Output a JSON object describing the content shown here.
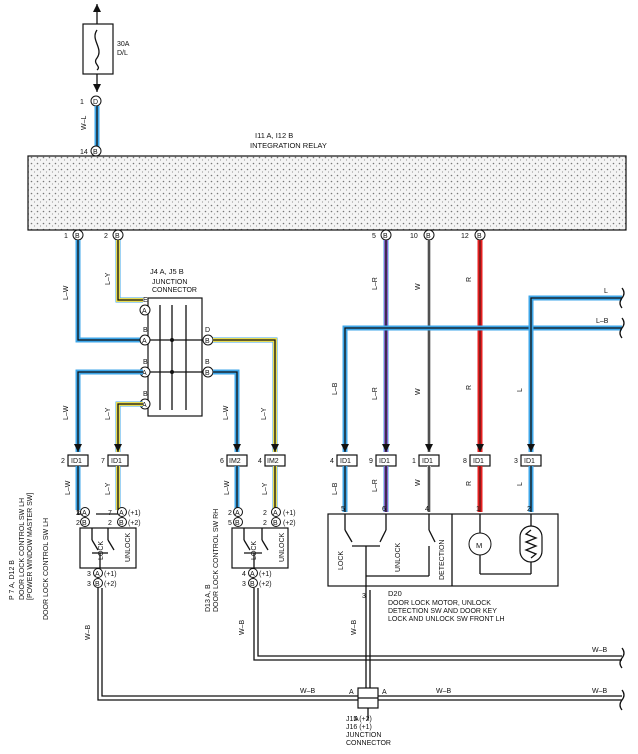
{
  "fuse": {
    "rating": "30A",
    "type": "D/L",
    "pin": "1",
    "connector": "D"
  },
  "relay": {
    "ids": "I11 A, I12 B",
    "label": "INTEGRATION RELAY",
    "top_pin": "14",
    "top_conn": "B",
    "pins": [
      {
        "n": "1",
        "c": "B"
      },
      {
        "n": "2",
        "c": "B"
      },
      {
        "n": "5",
        "c": "B"
      },
      {
        "n": "10",
        "c": "B"
      },
      {
        "n": "12",
        "c": "B"
      }
    ]
  },
  "junction": {
    "ids": "J4 A, J5 B",
    "label1": "JUNCTION",
    "label2": "CONNECTOR"
  },
  "wires": {
    "wl": "W–L",
    "lw": "L–W",
    "ly": "L–Y",
    "lr": "L–R",
    "w": "W",
    "r": "R",
    "l": "L",
    "lb": "L–B",
    "wb": "W–B"
  },
  "connectors": [
    {
      "pin": "2",
      "id": "ID1"
    },
    {
      "pin": "7",
      "id": "ID1"
    },
    {
      "pin": "6",
      "id": "IM2"
    },
    {
      "pin": "4",
      "id": "IM2"
    },
    {
      "pin": "4",
      "id": "ID1"
    },
    {
      "pin": "9",
      "id": "ID1"
    },
    {
      "pin": "1",
      "id": "ID1"
    },
    {
      "pin": "8",
      "id": "ID1"
    },
    {
      "pin": "3",
      "id": "ID1"
    }
  ],
  "p7": {
    "code": "P 7 A, D12 B",
    "line1": "DOOR LOCK CONTROL SW LH",
    "line2": "[POWER WINDOW MASTER SW]",
    "line3": "DOOR LOCK CONTROL SW LH"
  },
  "d13": {
    "code": "D13 A, B",
    "line1": "DOOR LOCK CONTROL SW RH"
  },
  "switch": {
    "lock": "LOCK",
    "unlock": "UNLOCK",
    "detection": "DETECTION",
    "plus1": "(+1)",
    "plus2": "(+2)"
  },
  "d20": {
    "code": "D20",
    "line1": "DOOR LOCK MOTOR, UNLOCK",
    "line2": "DETECTION SW AND DOOR KEY",
    "line3": "LOCK AND UNLOCK SW FRONT LH",
    "motor": "M"
  },
  "j15": {
    "line1": "J15 (+2)",
    "line2": "J16 (+1)",
    "line3": "JUNCTION",
    "line4": "CONNECTOR",
    "pin": "A"
  }
}
